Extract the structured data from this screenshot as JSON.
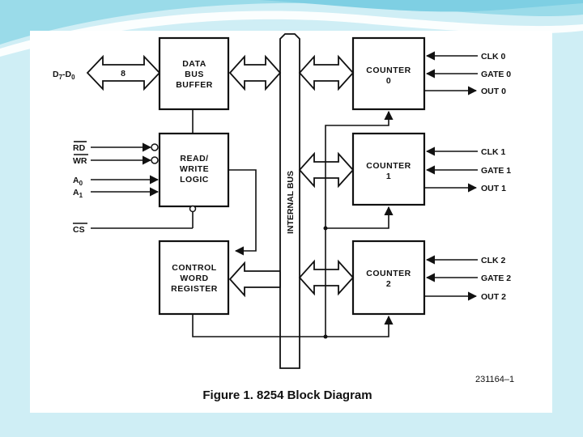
{
  "colors": {
    "slide_background": "#cfeef5",
    "swoosh": "#7ecfe3",
    "ink": "#111111"
  },
  "blocks": {
    "data_bus_buffer": [
      "DATA",
      "BUS",
      "BUFFER"
    ],
    "read_write_logic": [
      "READ/",
      "WRITE",
      "LOGIC"
    ],
    "control_word_register": [
      "CONTROL",
      "WORD",
      "REGISTER"
    ],
    "counter0": [
      "COUNTER",
      "0"
    ],
    "counter1": [
      "COUNTER",
      "1"
    ],
    "counter2": [
      "COUNTER",
      "2"
    ]
  },
  "bus": {
    "internal_bus": "INTERNAL BUS",
    "data_width": "8"
  },
  "signals": {
    "d7_d0": {
      "main": "D",
      "sub1": "7",
      "sep": "-D",
      "sub2": "0"
    },
    "rd": "RD",
    "wr": "WR",
    "a0": {
      "main": "A",
      "sub": "0"
    },
    "a1": {
      "main": "A",
      "sub": "1"
    },
    "cs": "CS",
    "clk0": "CLK 0",
    "gate0": "GATE 0",
    "out0": "OUT 0",
    "clk1": "CLK 1",
    "gate1": "GATE 1",
    "out1": "OUT 1",
    "clk2": "CLK 2",
    "gate2": "GATE 2",
    "out2": "OUT 2"
  },
  "ref_number": "231164–1",
  "caption": "Figure 1. 8254 Block Diagram"
}
